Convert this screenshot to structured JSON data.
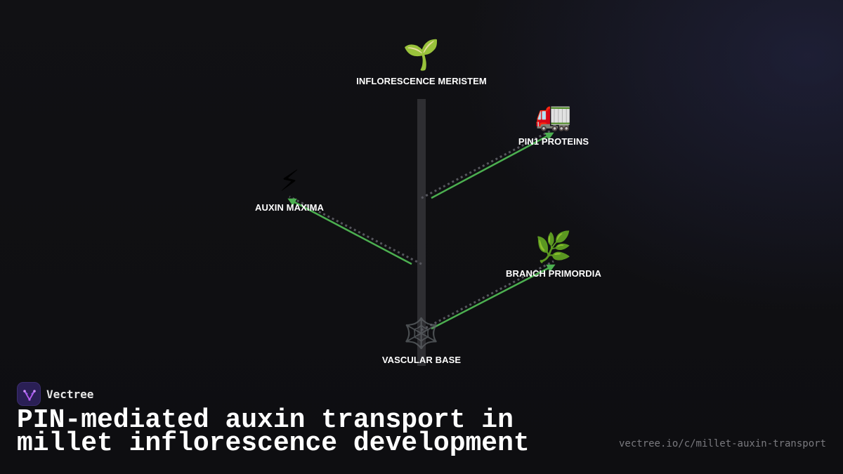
{
  "diagram": {
    "nodes": [
      {
        "id": "meristem",
        "icon": "🌱",
        "icon_name": "seedling-icon",
        "label": "INFLORESCENCE MERISTEM"
      },
      {
        "id": "pin1",
        "icon": "🚛",
        "icon_name": "truck-icon",
        "label": "PIN1 PROTEINS"
      },
      {
        "id": "auxin",
        "icon": "⚡",
        "icon_name": "lightning-icon",
        "label": "AUXIN MAXIMA"
      },
      {
        "id": "branch",
        "icon": "🌿",
        "icon_name": "herb-icon",
        "label": "BRANCH PRIMORDIA"
      },
      {
        "id": "vascular",
        "icon": "🕸️",
        "icon_name": "web-icon",
        "label": "VASCULAR BASE"
      }
    ],
    "colors": {
      "arrow": "#4caf50",
      "dotted": "#55555c",
      "stem": "#2e2e32"
    }
  },
  "brand": {
    "name": "Vectree",
    "logo_icon": "vectree-logo-icon"
  },
  "title": "PIN-mediated auxin transport in millet inflorescence development",
  "url": "vectree.io/c/millet-auxin-transport"
}
